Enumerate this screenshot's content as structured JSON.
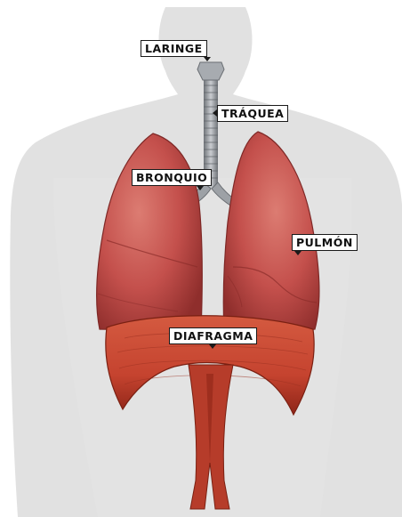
{
  "labels": {
    "larynx": "LARINGE",
    "trachea": "TRÁQUEA",
    "bronchus": "BRONQUIO",
    "lung": "PULMÓN",
    "diaphragm": "DIAFRAGMA"
  },
  "colors": {
    "silhouette": "#d9d9d9",
    "lung": "#c4504c",
    "lung_highlight": "#d9756d",
    "lung_shadow": "#8f2e2c",
    "trachea": "#9a9ea3",
    "diaphragm": "#c5432f",
    "diaphragm_dark": "#8e2518"
  }
}
